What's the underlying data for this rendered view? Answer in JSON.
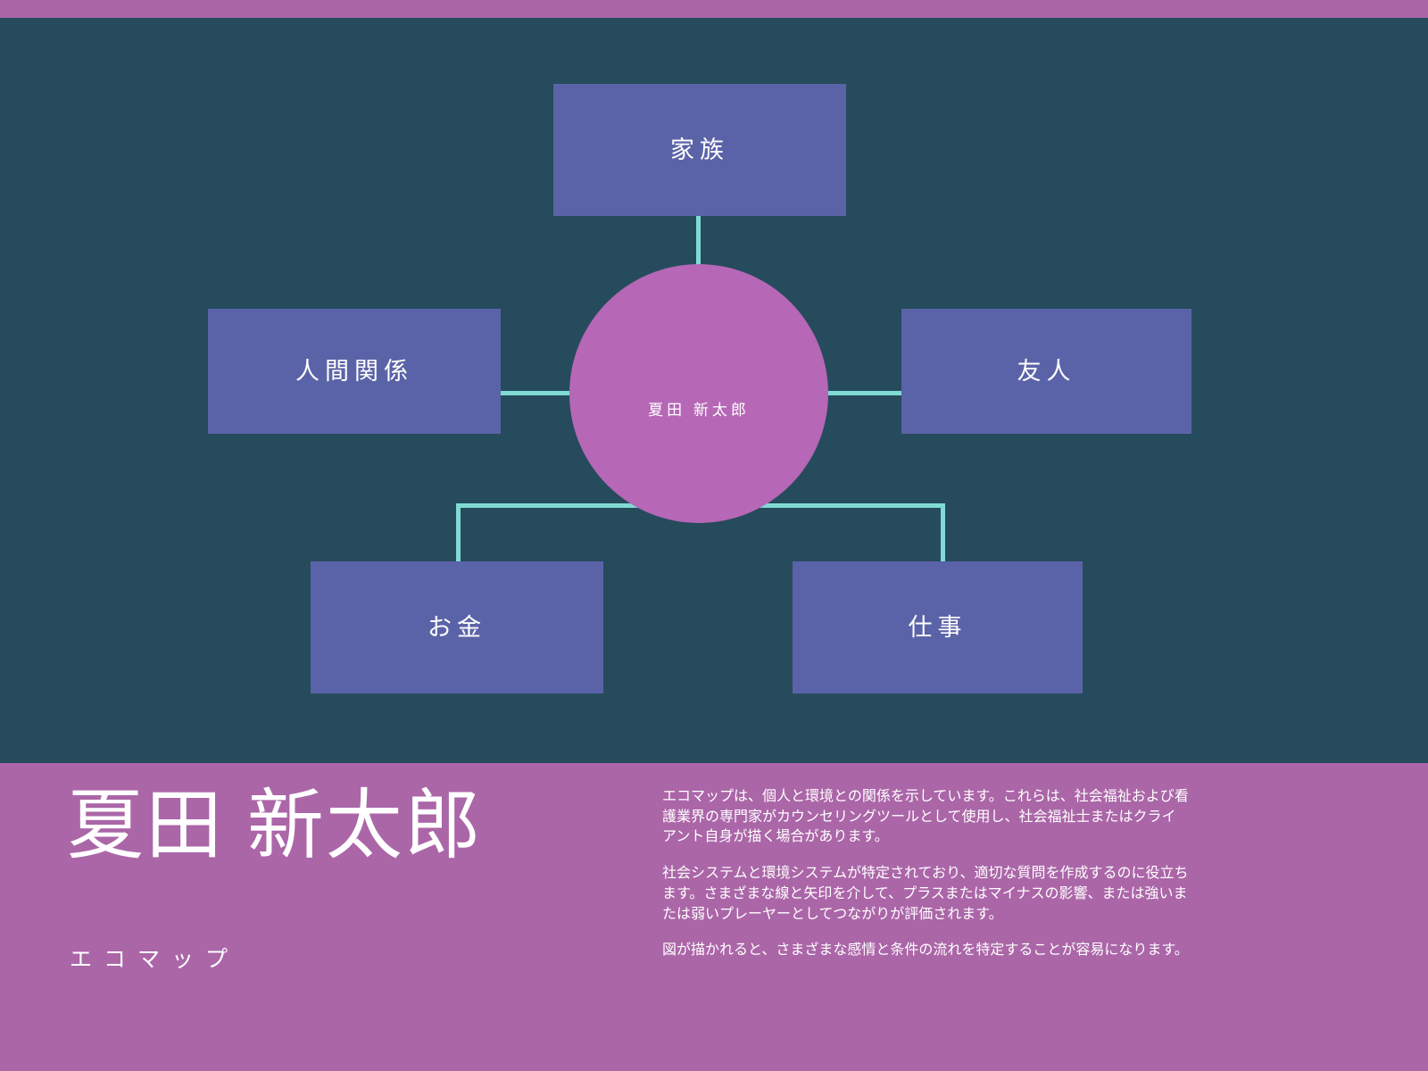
{
  "theme": {
    "background": "#264B5D",
    "accent_purple": "#AB66A8",
    "node_blue": "#5B63A8",
    "circle_purple": "#B667B6",
    "connector_teal": "#7FDBD4",
    "text_white": "#FFFFFF"
  },
  "diagram": {
    "center": {
      "label": "夏田 新太郎"
    },
    "nodes": [
      {
        "id": "family",
        "label": "家族"
      },
      {
        "id": "relations",
        "label": "人間関係"
      },
      {
        "id": "friends",
        "label": "友人"
      },
      {
        "id": "money",
        "label": "お金"
      },
      {
        "id": "work",
        "label": "仕事"
      }
    ]
  },
  "info": {
    "title": "夏田 新太郎",
    "subtitle": "エコマップ",
    "paragraphs": [
      "エコマップは、個人と環境との関係を示しています。これらは、社会福祉および看護業界の専門家がカウンセリングツールとして使用し、社会福祉士またはクライアント自身が描く場合があります。",
      "社会システムと環境システムが特定されており、適切な質問を作成するのに役立ちます。さまざまな線と矢印を介して、プラスまたはマイナスの影響、または強いまたは弱いプレーヤーとしてつながりが評価されます。",
      "図が描かれると、さまざまな感情と条件の流れを特定することが容易になります。"
    ]
  }
}
